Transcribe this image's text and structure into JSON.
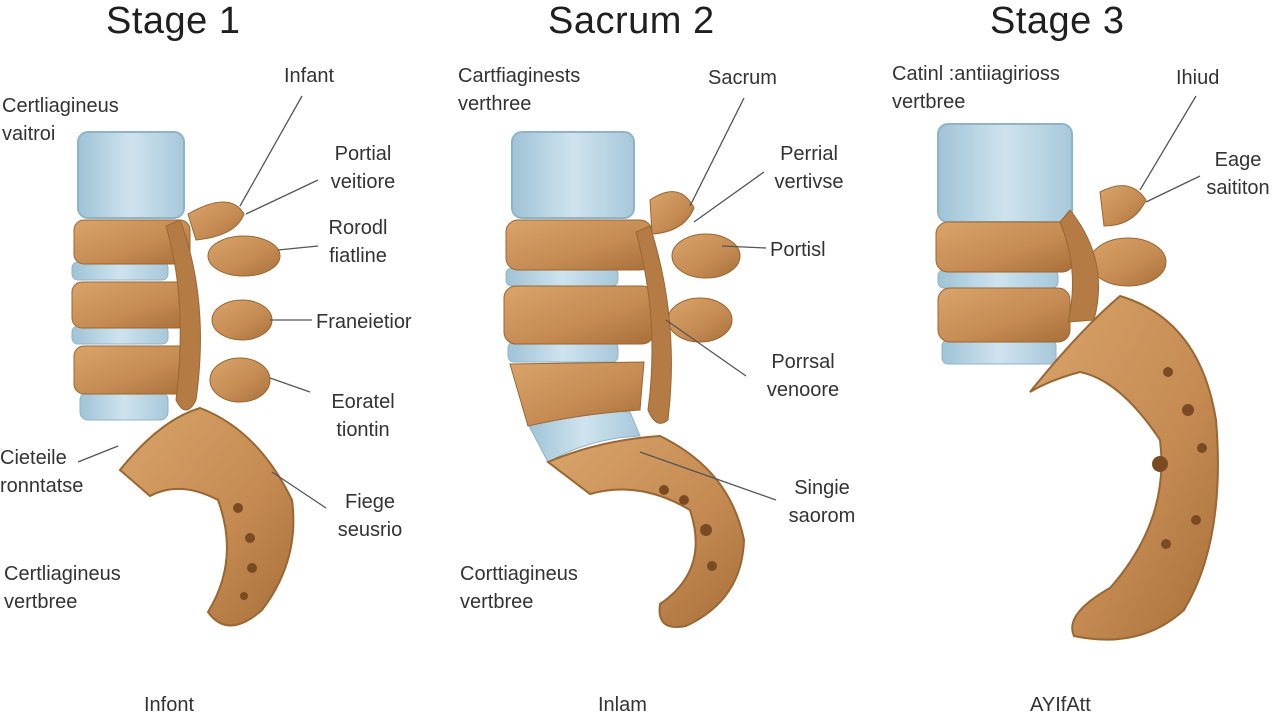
{
  "stages": [
    {
      "title": "Stage 1",
      "footer": "Infont",
      "labels": {
        "infant": "Infant",
        "cart_top": "Certliagineus\nvaitroi",
        "portial": "Portial\nveitiore",
        "rorodl": "Rorodl\nfiatline",
        "franeietior": "Franeietior",
        "eoratel": "Eoratel\ntiontin",
        "cieteile": "Cieteile\nronntatse",
        "fiege": "Fiege\nseusrio",
        "cart_bottom": "Certliagineus\nvertbree"
      }
    },
    {
      "title": "Sacrum 2",
      "footer": "Inlam",
      "labels": {
        "cart_top": "Cartfiaginests\nverthree",
        "sacrum": "Sacrum",
        "perrial": "Perrial\nvertivse",
        "portisl": "Portisl",
        "porrsal": "Porrsal\nvenoore",
        "single": "Singie\nsaorom",
        "cart_bottom": "Corttiagineus\nvertbree"
      }
    },
    {
      "title": "Stage 3",
      "footer": "AYIfAtt",
      "labels": {
        "cart_top": "Catinl :antiiagirioss\nvertbree",
        "ihiud": "Ihiud",
        "eage": "Eage\nsaititon"
      }
    }
  ],
  "colors": {
    "bone": "#c88f55",
    "bone_dark": "#a06a35",
    "disc": "#b9d5e3",
    "disc_edge": "#8fb4c8",
    "line": "#555555"
  }
}
